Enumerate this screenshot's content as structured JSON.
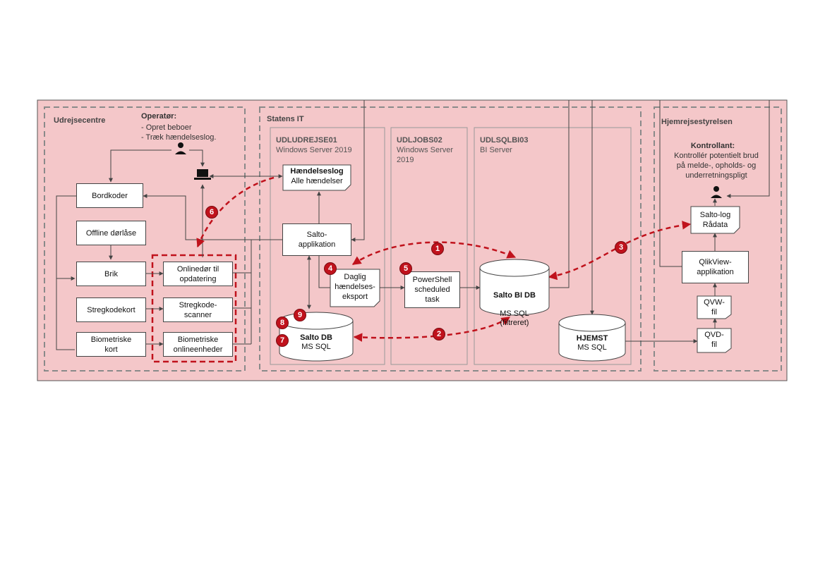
{
  "sections": {
    "udrejsecentre": "Udrejsecentre",
    "statens_it": "Statens IT",
    "hjemrejsestyrelsen": "Hjemrejsestyrelsen"
  },
  "operator": {
    "title": "Operatør:",
    "line1": "- Opret beboer",
    "line2": "- Træk hændelseslog."
  },
  "kontrollant": {
    "title": "Kontrollant:",
    "text": "Kontrollér potentielt brud\npå melde-, opholds- og\nunderretningspligt"
  },
  "servers": {
    "s1": {
      "name": "UDLUDREJSE01",
      "os": "Windows Server 2019"
    },
    "s2": {
      "name": "UDLJOBS02",
      "os": "Windows Server\n2019"
    },
    "s3": {
      "name": "UDLSQLBI03",
      "os": "BI Server"
    }
  },
  "boxes": {
    "bordkoder": "Bordkoder",
    "offline": "Offline dørlåse",
    "brik": "Brik",
    "stregkodekort": "Stregkodekort",
    "biometriske_kort": "Biometriske\nkort",
    "onlinedor": "Onlinedør til\nopdatering",
    "stregkodescanner": "Stregkode-\nscanner",
    "biometriske_enheder": "Biometriske\nonlineenheder",
    "salto_app": "Salto-\napplikation",
    "powershell": "PowerShell\nscheduled\ntask",
    "qlikview": "QlikView-\napplikation"
  },
  "docs": {
    "haendelseslog_title": "Hændelseslog",
    "haendelseslog_sub": "Alle hændelser",
    "daglig": "Daglig\nhændelses-\neksport",
    "saltolog": "Salto-log\nRådata",
    "qvw": "QVW-\nfil",
    "qvd": "QVD-\nfil"
  },
  "databases": {
    "salto_db": {
      "name": "Salto DB",
      "sub": "MS SQL"
    },
    "salto_bi_db": {
      "name": "Salto BI DB",
      "sub": "MS SQL\n(filtreret)"
    },
    "hjemst": {
      "name": "HJEMST",
      "sub": "MS SQL"
    }
  },
  "badges": [
    "1",
    "2",
    "3",
    "4",
    "5",
    "6",
    "7",
    "8",
    "9"
  ],
  "colors": {
    "background": "#f4c7c9",
    "accent_red": "#c0121c",
    "dashed_grey": "#8a8a8a"
  }
}
